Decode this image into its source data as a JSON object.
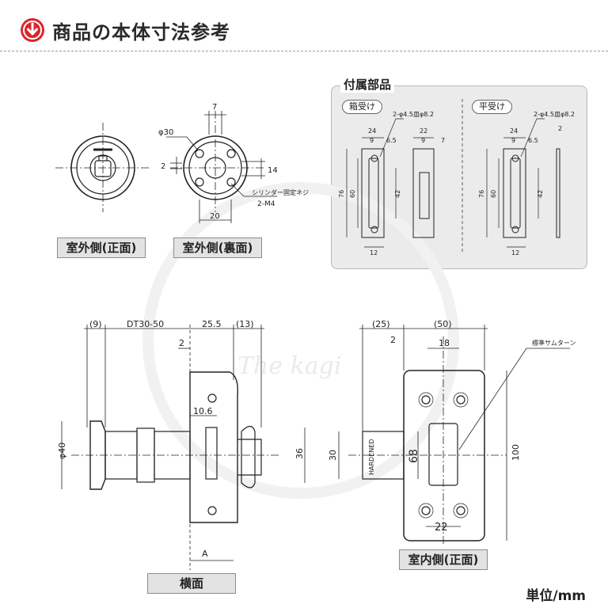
{
  "header": {
    "title": "商品の本体寸法参考",
    "icon": "down-arrow-icon",
    "accent": "#d9262c"
  },
  "watermark": "The kagi",
  "views": {
    "exterior_front": {
      "label": "室外側(正面)"
    },
    "exterior_back": {
      "label": "室外側(裏面)",
      "dims": {
        "width_top": "7",
        "diameter": "φ30",
        "offset_left": "2",
        "height_right": "14",
        "bottom": "20"
      },
      "screw_note_1": "シリンダー固定ネジ",
      "screw_note_2": "2-M4"
    },
    "side": {
      "label": "横面",
      "dims": {
        "d9": "(9)",
        "dt": "DT30-50",
        "d255": "25.5",
        "d13": "(13)",
        "d2": "2",
        "d106": "10.6",
        "phi40": "φ40",
        "d36": "36",
        "a": "A"
      }
    },
    "interior_front": {
      "label": "室内側(正面)",
      "dims": {
        "d25": "(25)",
        "d50": "(50)",
        "d2": "2",
        "d18": "18",
        "d30": "30",
        "d68": "68",
        "d100": "100",
        "d22": "22"
      },
      "hardened": "HARDENED",
      "thumbturn_note": "標準サムターン"
    }
  },
  "parts": {
    "title": "付属部品",
    "box_strike": {
      "label": "箱受け",
      "hole_note": "2-φ4.5皿φ8.2",
      "dims": {
        "w24": "24",
        "w9": "9",
        "w65": "6.5",
        "w22": "22",
        "w9b": "9",
        "w7": "7",
        "h76": "76",
        "h60": "60",
        "h42": "42",
        "w12": "12"
      }
    },
    "flat_strike": {
      "label": "平受け",
      "hole_note": "2-φ4.5皿φ8.2",
      "dims": {
        "w24": "24",
        "w9": "9",
        "w65": "6.5",
        "w2": "2",
        "h76": "76",
        "h60": "60",
        "h42": "42",
        "w12": "12"
      }
    }
  },
  "unit": "単位/mm"
}
